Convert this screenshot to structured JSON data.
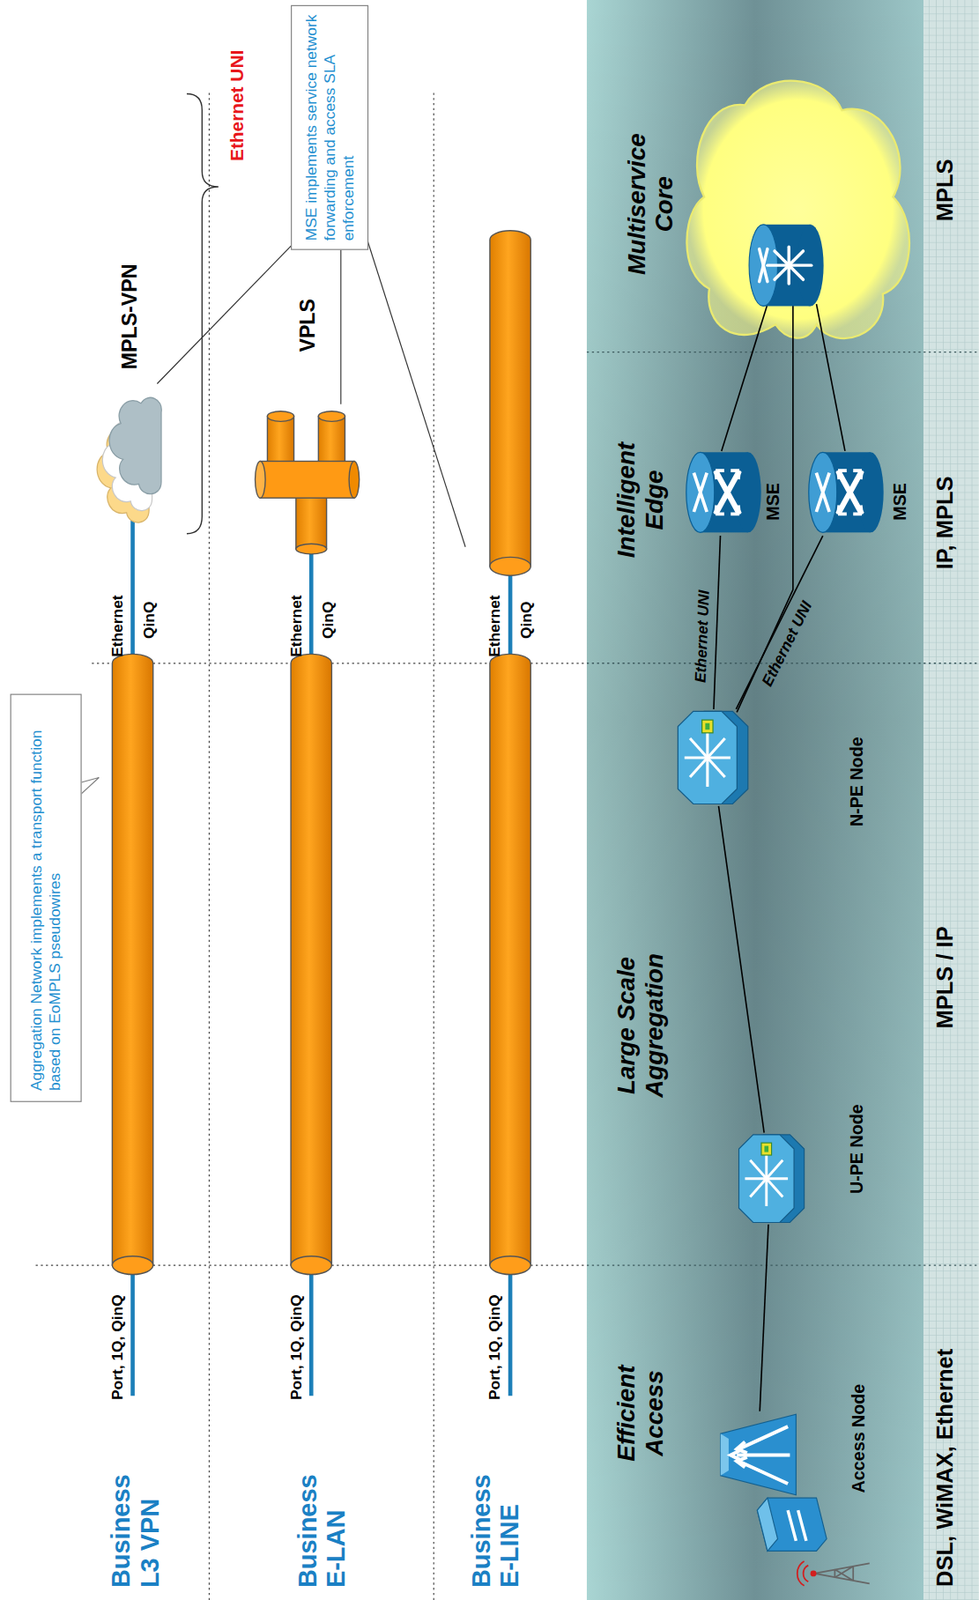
{
  "diagram": {
    "nodes": [
      {
        "text": [
          "Aggregation Network implements a transport function based on EoMPLS pseudowires"
        ]
      },
      {
        "text": [
          "MPLS-VPN"
        ]
      },
      {
        "text": [
          "VPLS"
        ]
      },
      {
        "text": [
          "MSE implements service network forwarding and access SLA enforcement"
        ]
      },
      {
        "text": [
          "Efficient Access",
          "DSL, WiMAX, Ethernet"
        ]
      },
      {
        "text": [
          "Large Scale Aggregation",
          "MPLS / IP"
        ]
      },
      {
        "text": [
          "Intelligent Edge",
          "IP, MPLS"
        ]
      },
      {
        "text": [
          "Multiservice Core",
          "MPLS"
        ]
      },
      {
        "text": [
          "Access Node"
        ],
        "in": 4
      },
      {
        "text": [
          "U-PE Node"
        ],
        "in": 5
      },
      {
        "text": [
          "N-PE Node"
        ],
        "in": 5
      },
      {
        "text": [
          "MSE"
        ],
        "in": 6
      },
      {
        "text": [
          "MSE"
        ],
        "in": 6
      }
    ],
    "edges": [
      {
        "from": 8,
        "to": 9,
        "arrow": "none"
      },
      {
        "from": 9,
        "to": 10,
        "arrow": "none"
      },
      {
        "from": 10,
        "to": 11,
        "label": "Ethernet UNI",
        "arrow": "none"
      },
      {
        "from": 10,
        "to": 12,
        "label": "Ethernet UNI",
        "arrow": "none"
      }
    ],
    "labels": [
      "Business L3 VPN",
      "Port, 1Q, QinQ",
      "Ethernet",
      "QinQ",
      "Business E-LAN",
      "Port, 1Q, QinQ",
      "Ethernet",
      "QinQ",
      "Business E-LINE",
      "Port, 1Q, QinQ",
      "Ethernet",
      "QinQ",
      "Ethernet UNI"
    ]
  }
}
